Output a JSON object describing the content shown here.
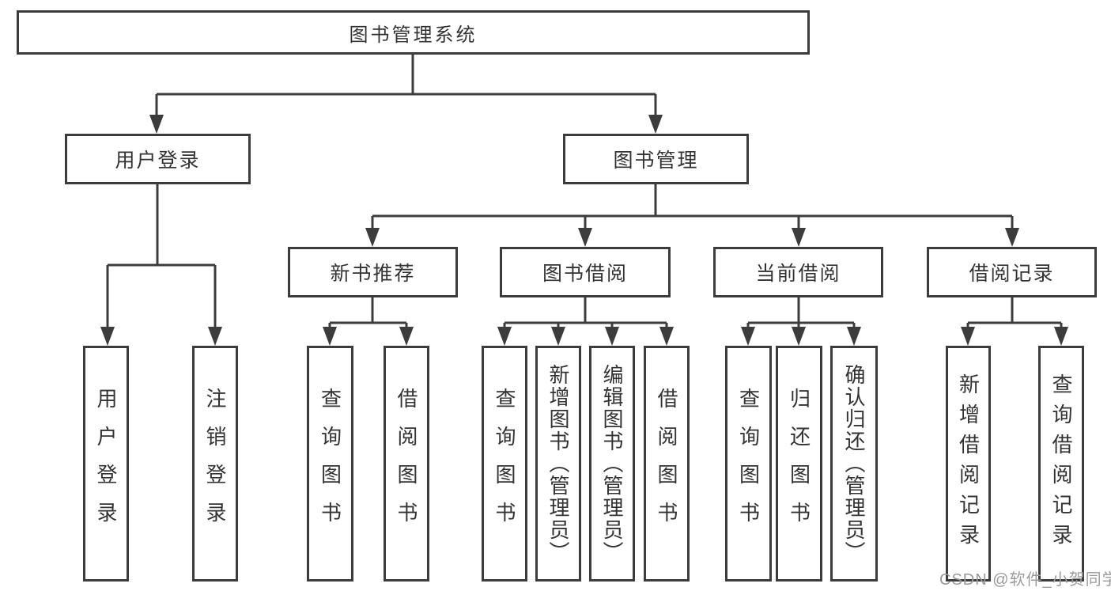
{
  "diagram": {
    "root": {
      "label": "图书管理系统"
    },
    "branches": [
      {
        "label": "用户登录"
      },
      {
        "label": "图书管理"
      }
    ],
    "modules": [
      {
        "label": "新书推荐"
      },
      {
        "label": "图书借阅"
      },
      {
        "label": "当前借阅"
      },
      {
        "label": "借阅记录"
      }
    ],
    "leaves": [
      {
        "label": "用户登录"
      },
      {
        "label": "注销登录"
      },
      {
        "label": "查询图书"
      },
      {
        "label": "借阅图书"
      },
      {
        "label": "查询图书"
      },
      {
        "label": "新增图书（管理员）"
      },
      {
        "label": "编辑图书（管理员）"
      },
      {
        "label": "借阅图书"
      },
      {
        "label": "查询图书"
      },
      {
        "label": "归还图书"
      },
      {
        "label": "确认归还（管理员）"
      },
      {
        "label": "新增借阅记录"
      },
      {
        "label": "查询借阅记录"
      }
    ]
  },
  "watermark": {
    "text": "CSDN @软件_小贺同学"
  },
  "colors": {
    "line": "#3c3c3c",
    "text": "#333333",
    "background": "#ffffff",
    "watermark": "#9b9b9b"
  }
}
